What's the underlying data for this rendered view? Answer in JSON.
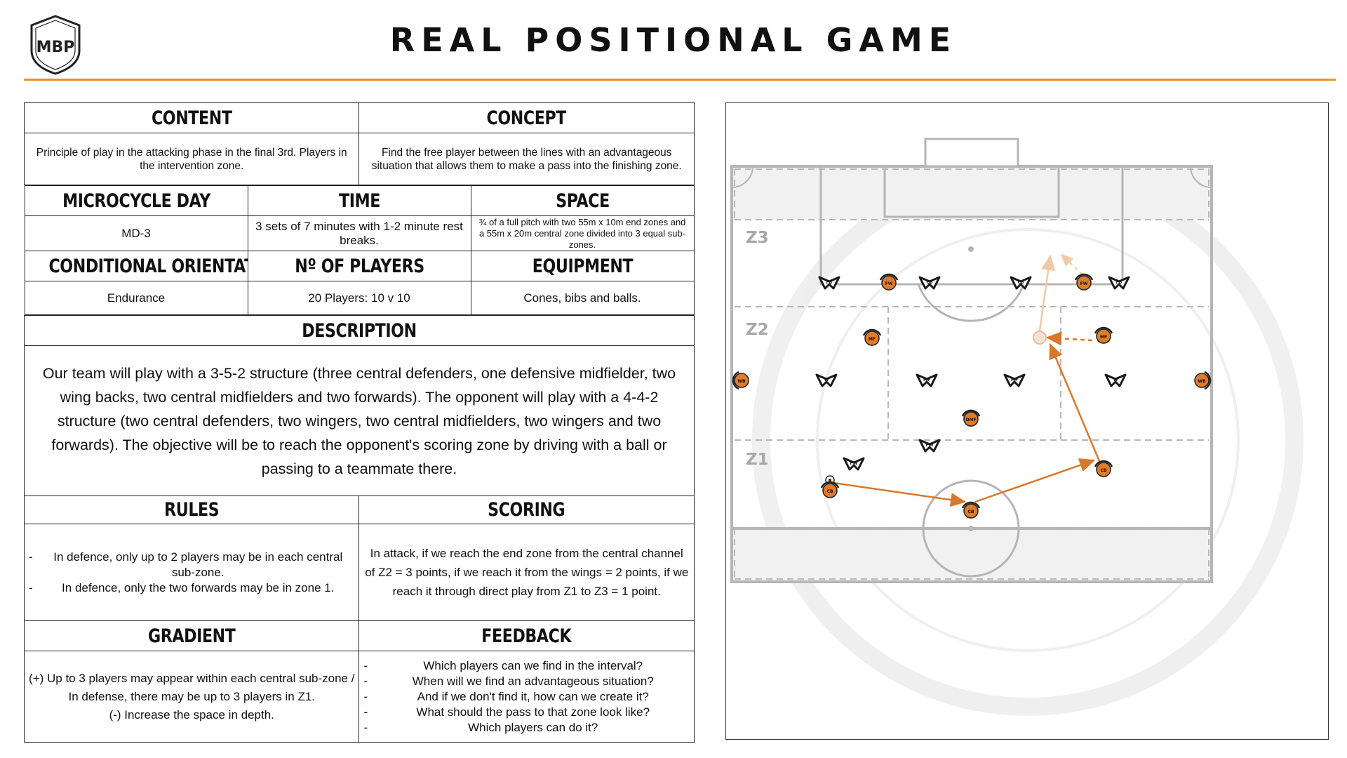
{
  "header": {
    "title": "REAL POSITIONAL GAME",
    "logo_text": "MBP",
    "accent_color": "#e8902e"
  },
  "sheet": {
    "content": {
      "heading": "CONTENT",
      "text": "Principle of play in the attacking phase in the final 3rd. Players in the intervention zone."
    },
    "concept": {
      "heading": "CONCEPT",
      "text": "Find the free player between the lines with an advantageous situation that allows them to make a pass into the finishing zone."
    },
    "microcycle": {
      "heading": "MICROCYCLE DAY",
      "value": "MD-3"
    },
    "time": {
      "heading": "TIME",
      "value": "3 sets of 7 minutes with 1-2 minute rest breaks."
    },
    "space": {
      "heading": "SPACE",
      "value": "¾ of a full pitch with two 55m x 10m end zones and a 55m x 20m central zone divided into 3 equal sub-zones."
    },
    "orientation": {
      "heading": "CONDITIONAL ORIENTATION",
      "value": "Endurance"
    },
    "players": {
      "heading": "Nº OF PLAYERS",
      "value": "20 Players: 10 v 10"
    },
    "equipment": {
      "heading": "EQUIPMENT",
      "value": "Cones, bibs and balls."
    },
    "description": {
      "heading": "DESCRIPTION",
      "text": "Our team will play with a 3-5-2 structure (three central defenders, one defensive midfielder, two wing backs, two central midfielders and two forwards). The opponent will play with a 4-4-2 structure (two central defenders, two wingers, two central midfielders, two wingers and two forwards). The objective will be to reach the opponent's scoring zone by driving with a ball or passing to a teammate there."
    },
    "rules": {
      "heading": "RULES",
      "items": [
        "In defence, only up to 2 players may be in each central sub-zone.",
        "In defence, only the two forwards may be in zone 1."
      ]
    },
    "scoring": {
      "heading": "SCORING",
      "text": "In attack, if we reach the end zone from the central channel of Z2 = 3 points, if we reach it from the wings = 2 points, if we reach it through direct play from Z1 to Z3 = 1 point."
    },
    "gradient": {
      "heading": "GRADIENT",
      "lines": [
        "(+) Up to 3 players may appear within each central sub-zone / In defense, there may be up to 3 players in Z1.",
        "(-) Increase the space in depth."
      ]
    },
    "feedback": {
      "heading": "FEEDBACK",
      "items": [
        "Which players can we find in the interval?",
        "When will we find an advantageous situation?",
        "And if we don't find it, how can we create it?",
        "What should the pass to that zone look like?",
        "Which players can do it?"
      ]
    }
  },
  "diagram": {
    "zone_labels": [
      "Z3",
      "Z2",
      "Z1"
    ],
    "team_color": "#e07b2a",
    "opponent_color": "#1a1a1a",
    "players": [
      {
        "team": "opp",
        "label": "FB"
      },
      {
        "team": "own",
        "label": "FW"
      },
      {
        "team": "opp",
        "label": "CB"
      },
      {
        "team": "opp",
        "label": "CB"
      },
      {
        "team": "own",
        "label": "FW"
      },
      {
        "team": "opp",
        "label": "FB"
      },
      {
        "team": "own",
        "label": "MF"
      },
      {
        "team": "own",
        "label": "MF"
      },
      {
        "team": "own",
        "label": "MF"
      },
      {
        "team": "own",
        "label": "WB"
      },
      {
        "team": "opp",
        "label": "W"
      },
      {
        "team": "opp",
        "label": "MF"
      },
      {
        "team": "opp",
        "label": "MF"
      },
      {
        "team": "opp",
        "label": "W"
      },
      {
        "team": "own",
        "label": "WB"
      },
      {
        "team": "own",
        "label": "DMF"
      },
      {
        "team": "opp",
        "label": "FW"
      },
      {
        "team": "opp",
        "label": "FW"
      },
      {
        "team": "own",
        "label": "CB"
      },
      {
        "team": "own",
        "label": "CB"
      },
      {
        "team": "own",
        "label": "CB"
      }
    ]
  }
}
